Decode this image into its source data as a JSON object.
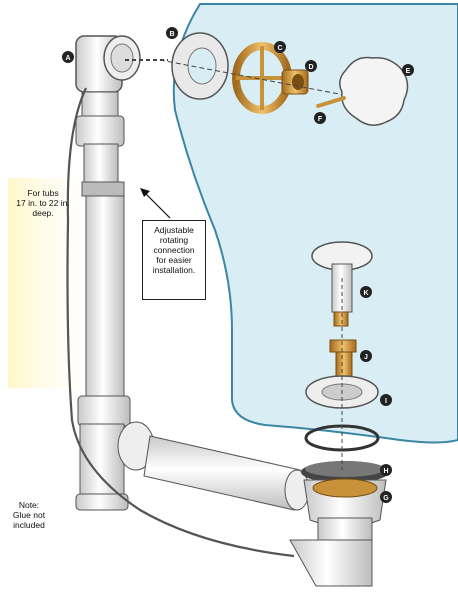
{
  "callouts": {
    "A": "A",
    "B": "B",
    "C": "C",
    "D": "D",
    "E": "E",
    "F": "F",
    "G": "G",
    "H": "H",
    "I": "I",
    "J": "J",
    "K": "K"
  },
  "notes": {
    "tub_depth": [
      "For tubs",
      "17 in. to 22 in.",
      "deep."
    ],
    "adjustable": [
      "Adjustable",
      "rotating",
      "connection",
      "for easier",
      "installation."
    ],
    "glue": [
      "Note:",
      "Glue not",
      "included"
    ]
  },
  "colors": {
    "tub_fill": "#d9eef4",
    "tub_stroke": "#3a86a4",
    "pipe_fill": "#eeeeee",
    "pipe_stroke": "#555555",
    "brass": "#c8923a",
    "callout_bg": "#222222",
    "tub_note_bg": "#fff7c8"
  }
}
